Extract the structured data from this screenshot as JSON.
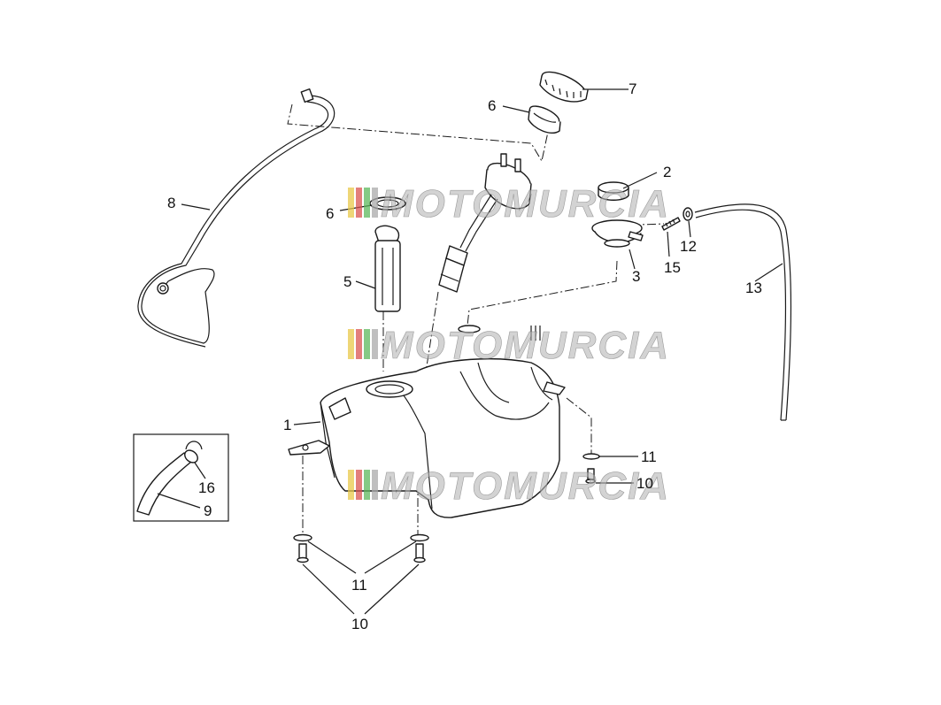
{
  "watermark": {
    "text": "MOTOMURCIA",
    "colors": [
      "#e8c84a",
      "#d9534f",
      "#5cb85c",
      "#aaaaaa"
    ]
  },
  "callouts": [
    {
      "id": "c1",
      "text": "1"
    },
    {
      "id": "c2",
      "text": "2"
    },
    {
      "id": "c3",
      "text": "3"
    },
    {
      "id": "c5",
      "text": "5"
    },
    {
      "id": "c6a",
      "text": "6"
    },
    {
      "id": "c6b",
      "text": "6"
    },
    {
      "id": "c7",
      "text": "7"
    },
    {
      "id": "c8",
      "text": "8"
    },
    {
      "id": "c9",
      "text": "9"
    },
    {
      "id": "c10a",
      "text": "10"
    },
    {
      "id": "c10b",
      "text": "10"
    },
    {
      "id": "c11a",
      "text": "11"
    },
    {
      "id": "c11b",
      "text": "11"
    },
    {
      "id": "c12",
      "text": "12"
    },
    {
      "id": "c13",
      "text": "13"
    },
    {
      "id": "c15",
      "text": "15"
    },
    {
      "id": "c16",
      "text": "16"
    }
  ]
}
